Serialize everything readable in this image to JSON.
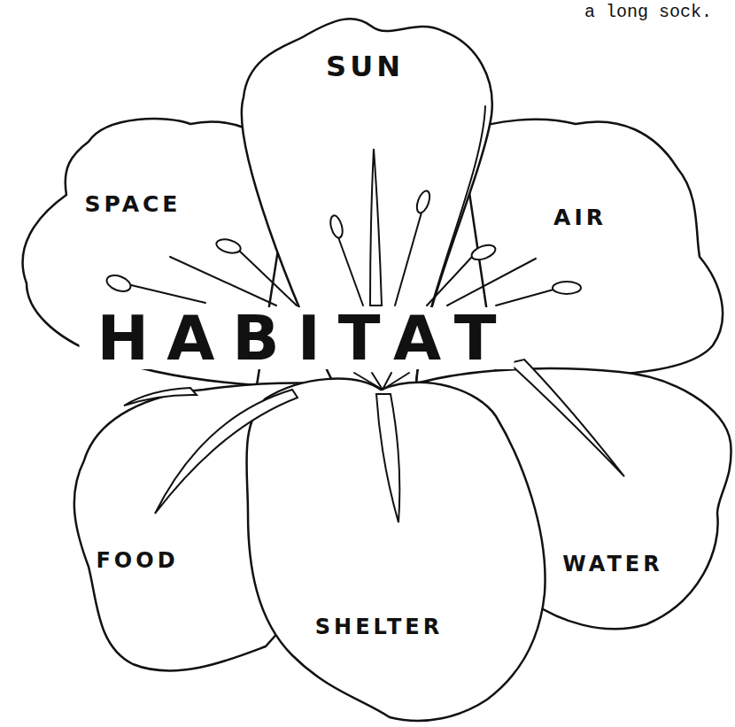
{
  "diagram": {
    "nodes": [
      {
        "text": [
          "SUN"
        ]
      },
      {
        "text": [
          "SPACE"
        ]
      },
      {
        "text": [
          "AIR"
        ]
      },
      {
        "text": [
          "FOOD"
        ]
      },
      {
        "text": [
          "SHELTER"
        ]
      },
      {
        "text": [
          "WATER"
        ]
      }
    ],
    "labels": [
      "HABITAT",
      "a long sock."
    ]
  }
}
